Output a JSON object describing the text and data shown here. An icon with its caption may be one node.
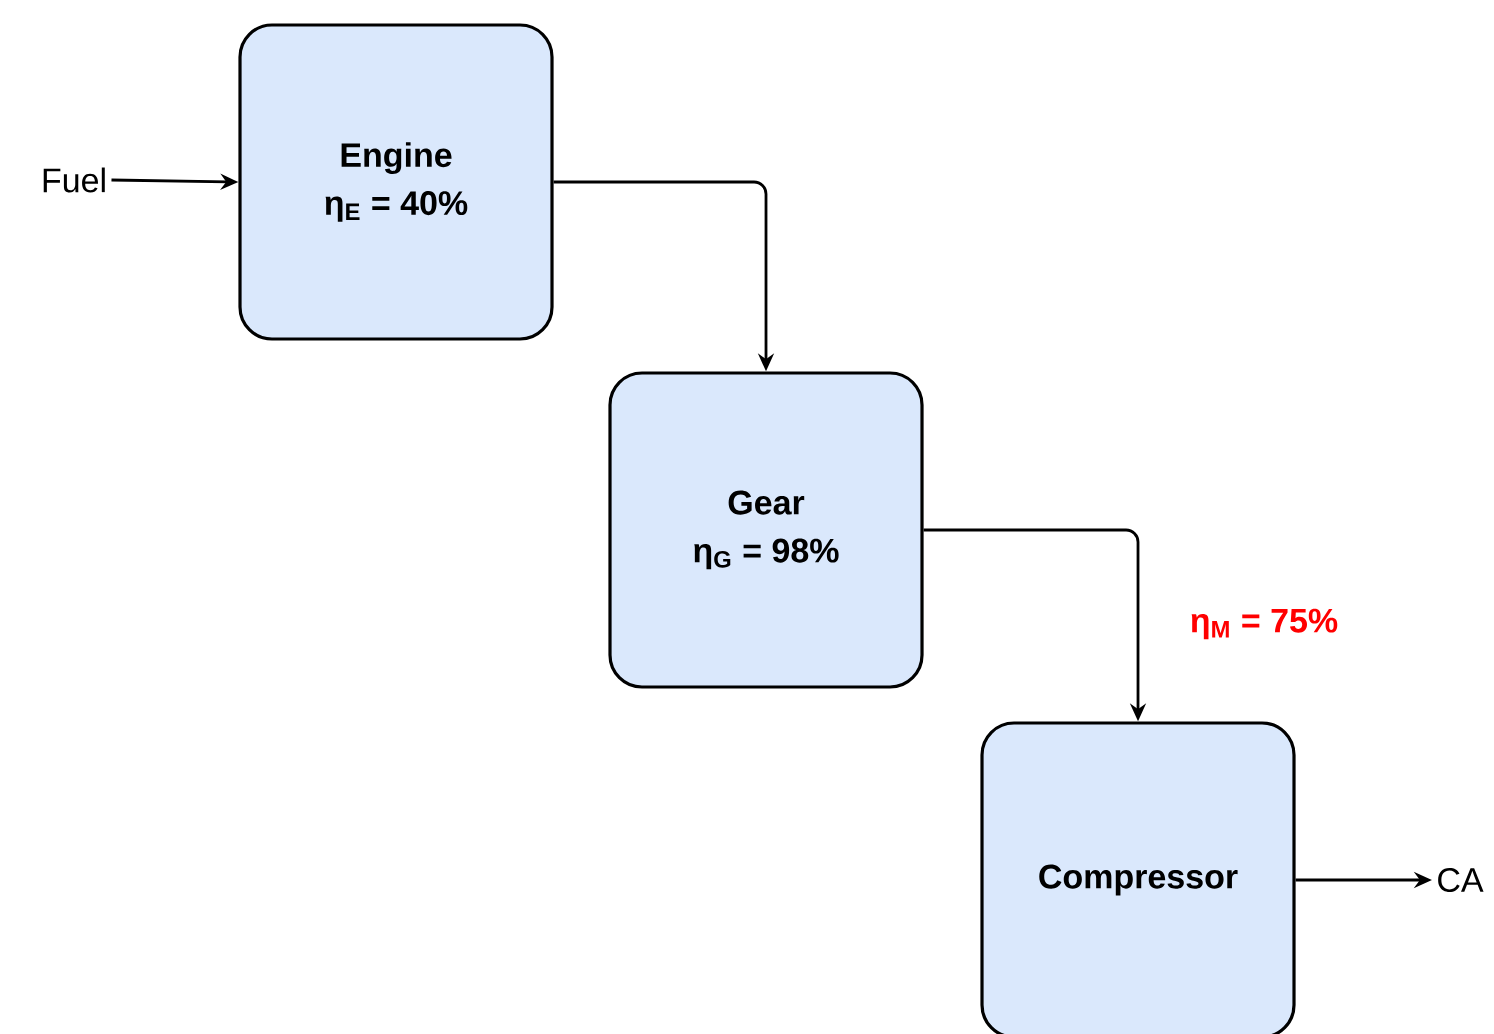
{
  "diagram": {
    "nodes": [
      {
        "text": [
          "Fuel"
        ]
      },
      {
        "text": [
          "Engine",
          "η$_{E}$ = 40%"
        ]
      },
      {
        "text": [
          "Gear",
          "η$_{G}$ = 98%"
        ]
      },
      {
        "text": [
          "Compressor"
        ]
      },
      {
        "text": [
          "CA"
        ]
      }
    ],
    "edges": [
      {
        "from": 0,
        "to": 1,
        "arrow": "to"
      },
      {
        "from": 1,
        "to": 2,
        "arrow": "to"
      },
      {
        "from": 2,
        "to": 3,
        "arrow": "to",
        "label": "η$_{M}$ = 75%"
      },
      {
        "from": 3,
        "to": 4,
        "arrow": "to"
      }
    ]
  }
}
